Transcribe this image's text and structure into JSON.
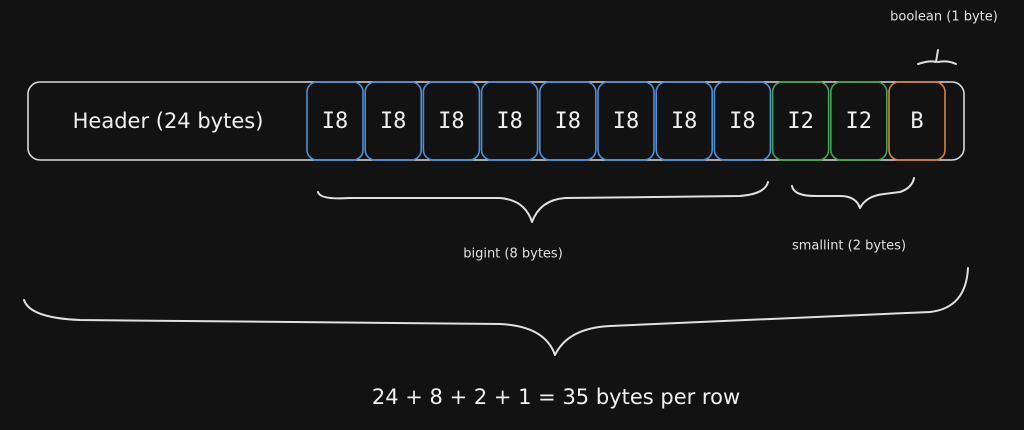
{
  "diagram": {
    "header_label": "Header (24 bytes)",
    "cells": [
      {
        "label": "I8",
        "kind": "bigint"
      },
      {
        "label": "I8",
        "kind": "bigint"
      },
      {
        "label": "I8",
        "kind": "bigint"
      },
      {
        "label": "I8",
        "kind": "bigint"
      },
      {
        "label": "I8",
        "kind": "bigint"
      },
      {
        "label": "I8",
        "kind": "bigint"
      },
      {
        "label": "I8",
        "kind": "bigint"
      },
      {
        "label": "I8",
        "kind": "bigint"
      },
      {
        "label": "I2",
        "kind": "smallint"
      },
      {
        "label": "I2",
        "kind": "smallint"
      },
      {
        "label": "B",
        "kind": "boolean"
      }
    ],
    "labels": {
      "bigint": "bigint (8 bytes)",
      "smallint": "smallint (2 bytes)",
      "boolean": "boolean (1 byte)",
      "total": "24 + 8 + 2 + 1 = 35 bytes per row"
    },
    "colors": {
      "background": "#121212",
      "bigint": "#4a90d9",
      "smallint": "#3aa655",
      "boolean": "#d9822b",
      "outline": "#d9d9d9"
    }
  }
}
